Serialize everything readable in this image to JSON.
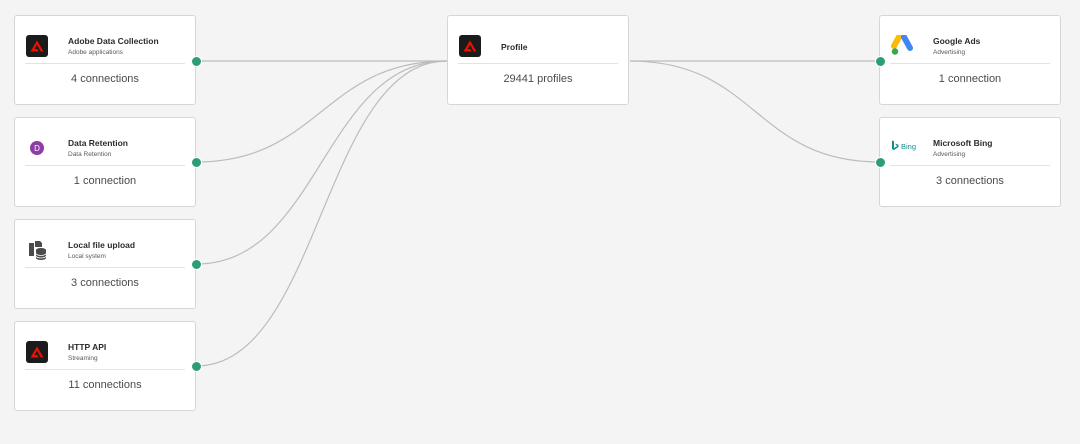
{
  "sources": [
    {
      "title": "Adobe Data Collection",
      "subtitle": "Adobe applications",
      "count": "4 connections",
      "icon": "adobe-icon"
    },
    {
      "title": "Data Retention",
      "subtitle": "Data Retention",
      "count": "1 connection",
      "icon": "d-badge-icon",
      "badge_letter": "D"
    },
    {
      "title": "Local file upload",
      "subtitle": "Local system",
      "count": "3 connections",
      "icon": "file-database-icon"
    },
    {
      "title": "HTTP API",
      "subtitle": "Streaming",
      "count": "11 connections",
      "icon": "adobe-icon"
    }
  ],
  "profile": {
    "title": "Profile",
    "count": "29441 profiles",
    "icon": "adobe-icon"
  },
  "destinations": [
    {
      "title": "Google Ads",
      "subtitle": "Advertising",
      "count": "1 connection",
      "icon": "google-ads-icon"
    },
    {
      "title": "Microsoft Bing",
      "subtitle": "Advertising",
      "count": "3 connections",
      "icon": "bing-icon",
      "logo_text": "Bing"
    }
  ],
  "colors": {
    "connector_dot": "#2d9d78",
    "connector_line": "#bcbcbc",
    "adobe_red": "#eb1000",
    "badge_purple": "#8e3ca8",
    "google_blue": "#4285f4",
    "google_yellow": "#fbbc04",
    "google_green": "#34a853",
    "bing_teal": "#178c8c"
  }
}
